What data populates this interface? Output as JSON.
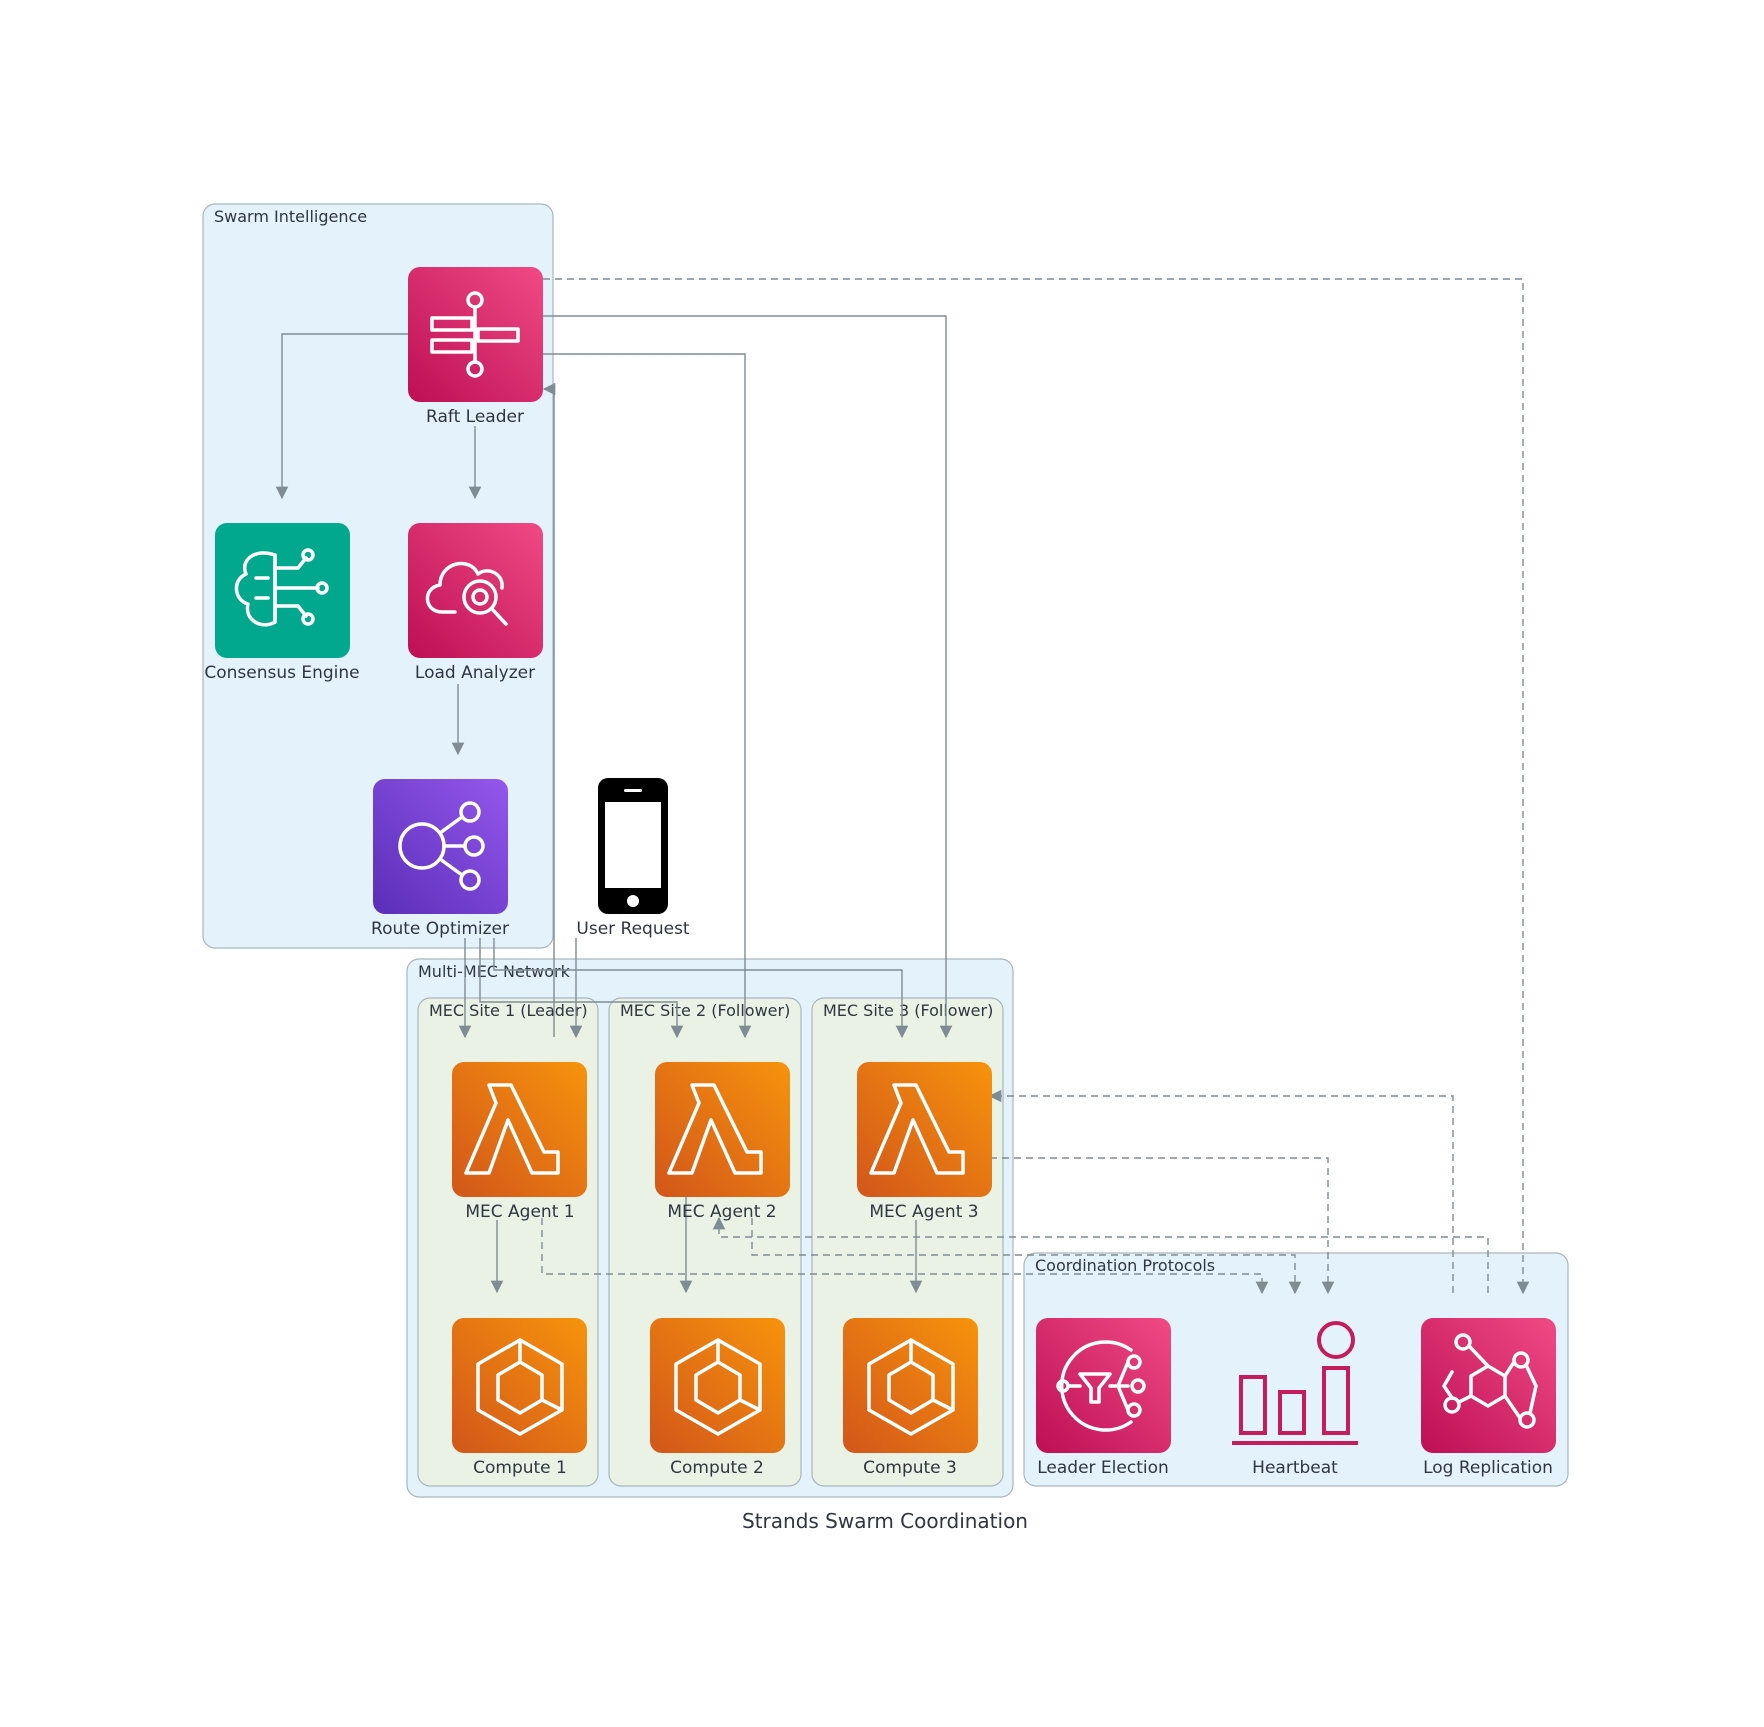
{
  "title": "Strands Swarm Coordination",
  "clusters": {
    "swarm_intelligence": "Swarm Intelligence",
    "multi_mec": "Multi-MEC Network",
    "site1": "MEC Site 1 (Leader)",
    "site2": "MEC Site 2 (Follower)",
    "site3": "MEC Site 3 (Follower)",
    "protocols": "Coordination Protocols"
  },
  "nodes": {
    "raft_leader": "Raft Leader",
    "consensus_engine": "Consensus Engine",
    "load_analyzer": "Load Analyzer",
    "route_optimizer": "Route Optimizer",
    "user_request": "User Request",
    "mec_agent_1": "MEC Agent 1",
    "mec_agent_2": "MEC Agent 2",
    "mec_agent_3": "MEC Agent 3",
    "compute_1": "Compute 1",
    "compute_2": "Compute 2",
    "compute_3": "Compute 3",
    "leader_election": "Leader Election",
    "heartbeat": "Heartbeat",
    "log_replication": "Log Replication"
  },
  "icons": {
    "raft_leader": "step-functions-icon",
    "consensus_engine": "brain-circuit-icon",
    "load_analyzer": "cloud-search-icon",
    "route_optimizer": "network-hub-icon",
    "user_request": "mobile-phone-icon",
    "mec_agent": "lambda-icon",
    "compute": "container-hexagon-icon",
    "leader_election": "event-filter-icon",
    "heartbeat": "bar-chart-icon",
    "log_replication": "event-bus-icon"
  },
  "colors": {
    "pink": "#d6245e",
    "teal": "#01a88d",
    "purple": "#7b43d6",
    "orange": "#ed7100",
    "cluster_blue": "#e4f3fb",
    "cluster_green": "#eaf2e6",
    "edge": "#7f8c94"
  }
}
